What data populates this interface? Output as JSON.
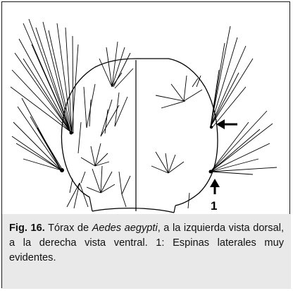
{
  "figure": {
    "marker_label": "1",
    "caption": {
      "label": "Fig. 16.",
      "text_before_species": " Tórax de ",
      "species": "Aedes aegypti",
      "text_after_species": ", a la izquierda vista dorsal, a la derecha vista ventral. 1: Espinas laterales muy evidentes."
    }
  },
  "colors": {
    "ink": "#000000",
    "caption_background": "#e9e9e9",
    "frame": "#1a1a1a"
  }
}
